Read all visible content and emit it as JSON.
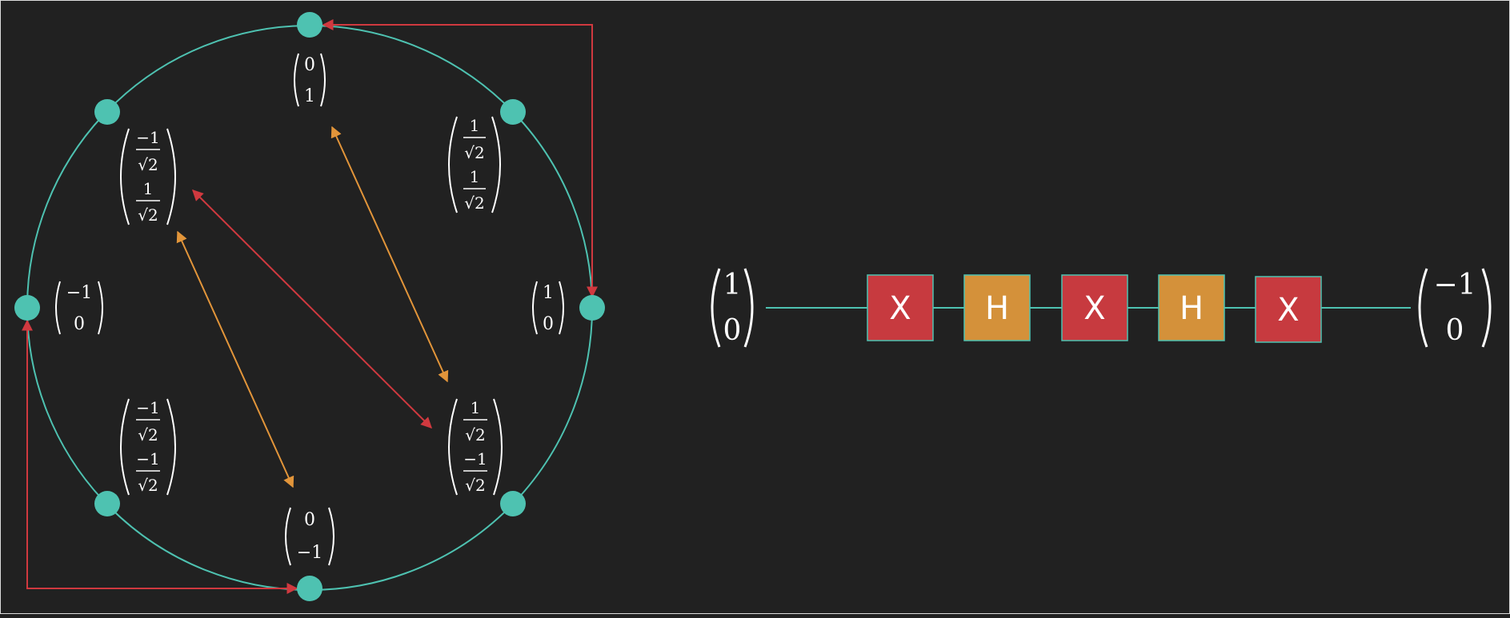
{
  "colors": {
    "background": "#212121",
    "circle": "#4ec2b1",
    "node": "#4ec2b1",
    "arrow_red": "#d0393f",
    "arrow_orange": "#e2953a",
    "gate_x": "#c73a3f",
    "gate_h": "#d4913a",
    "gate_border": "#4ec2b1",
    "wire": "#4ec2b1",
    "text": "#ffffff"
  },
  "circle_diagram": {
    "vectors": {
      "top": [
        "0",
        "1"
      ],
      "top_right": [
        "1/√2",
        "1/√2"
      ],
      "right": [
        "1",
        "0"
      ],
      "bottom_right": [
        "1/√2",
        "−1/√2"
      ],
      "bottom": [
        "0",
        "−1"
      ],
      "bottom_left": [
        "−1/√2",
        "−1/√2"
      ],
      "left": [
        "−1",
        "0"
      ],
      "top_left": [
        "−1/√2",
        "1/√2"
      ]
    },
    "fractions": {
      "one": "1",
      "neg_one": "−1",
      "root_two": "√2"
    }
  },
  "circuit": {
    "input": [
      "1",
      "0"
    ],
    "gates": [
      "X",
      "H",
      "X",
      "H",
      "X"
    ],
    "output": [
      "−1",
      "0"
    ]
  }
}
